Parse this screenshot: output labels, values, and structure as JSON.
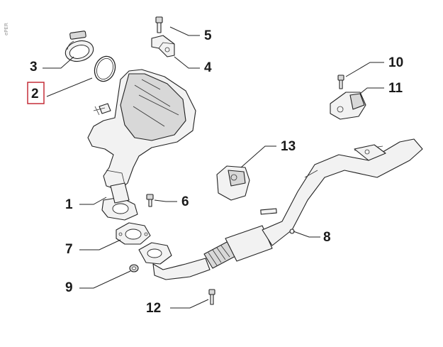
{
  "diagram": {
    "watermark": "ePER",
    "callouts": [
      {
        "id": "c1",
        "label": "1"
      },
      {
        "id": "c2",
        "label": "2",
        "highlighted": true
      },
      {
        "id": "c3",
        "label": "3"
      },
      {
        "id": "c4",
        "label": "4"
      },
      {
        "id": "c5",
        "label": "5"
      },
      {
        "id": "c6",
        "label": "6"
      },
      {
        "id": "c7",
        "label": "7"
      },
      {
        "id": "c8",
        "label": "8"
      },
      {
        "id": "c9",
        "label": "9"
      },
      {
        "id": "c10",
        "label": "10"
      },
      {
        "id": "c11",
        "label": "11"
      },
      {
        "id": "c12",
        "label": "12"
      },
      {
        "id": "c13",
        "label": "13"
      }
    ],
    "highlight_color": "#c0202a"
  }
}
